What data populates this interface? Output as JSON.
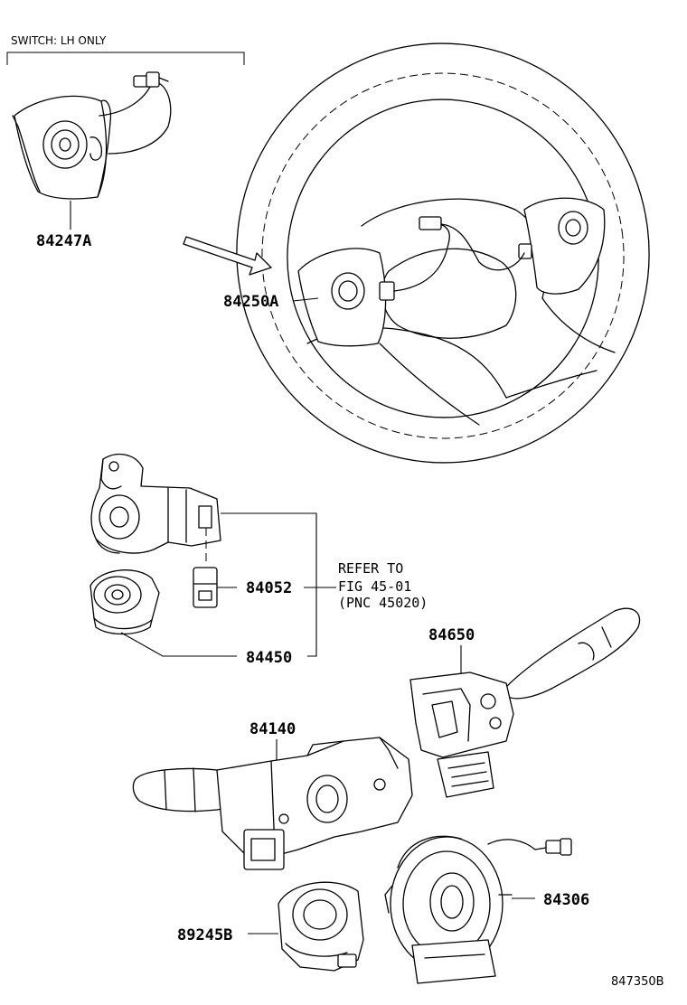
{
  "header_note": "SWITCH: LH ONLY",
  "parts": {
    "p84247A": "84247A",
    "p84250A": "84250A",
    "p84052": "84052",
    "p84450": "84450",
    "p84650": "84650",
    "p84140": "84140",
    "p84306": "84306",
    "p89245B": "89245B"
  },
  "reference": {
    "line1": "REFER TO",
    "line2": "FIG 45-01",
    "line3": "(PNC 45020)"
  },
  "diagram_code": "847350B"
}
